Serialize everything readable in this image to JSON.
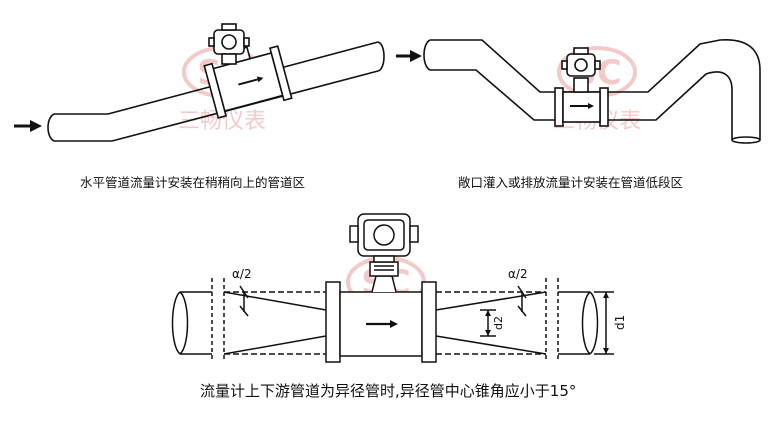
{
  "captions": {
    "top_left": "水平管道流量计安装在稍稍向上的管道区",
    "top_right": "敞口灌入或排放流量计安装在管道低段区",
    "bottom": "流量计上下游管道为异径管时,异径管中心锥角应小于15°"
  },
  "labels": {
    "angle_left": "α/2",
    "angle_right": "α/2",
    "d1": "d1",
    "d2": "d2"
  },
  "watermark": {
    "logo": "SC",
    "text": "三畅仪表",
    "color": "#e8a0a0"
  },
  "colors": {
    "line": "#111111",
    "meter_fill": "#ffffff",
    "pipe_fill": "#ffffff"
  }
}
